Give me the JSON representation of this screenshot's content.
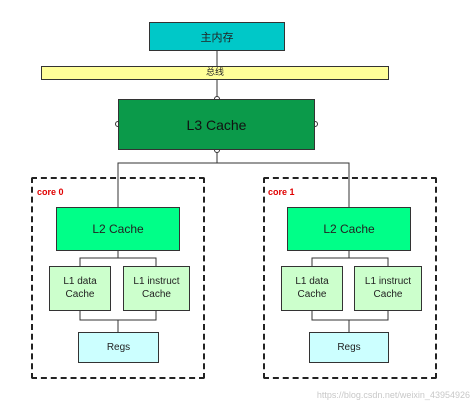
{
  "diagram": {
    "main_memory": {
      "label": "主内存"
    },
    "bus": {
      "label": "总线"
    },
    "l3_cache": {
      "label": "L3 Cache"
    },
    "cores": [
      {
        "label": "core 0",
        "l2_label": "L2 Cache",
        "l1_data_label": "L1 data\nCache",
        "l1_instruct_label": "L1 instruct\nCache",
        "regs_label": "Regs"
      },
      {
        "label": "core 1",
        "l2_label": "L2 Cache",
        "l1_data_label": "L1 data\nCache",
        "l1_instruct_label": "L1 instruct\nCache",
        "regs_label": "Regs"
      }
    ]
  },
  "watermark": "https://blog.csdn.net/weixin_43954926",
  "colors": {
    "main_memory": "#00c8c8",
    "bus": "#ffff99",
    "l3_cache": "#0b9a4a",
    "l2_cache": "#00ff88",
    "l1_cache": "#ccffcc",
    "regs": "#ccffff",
    "core_label": "#e00000"
  }
}
